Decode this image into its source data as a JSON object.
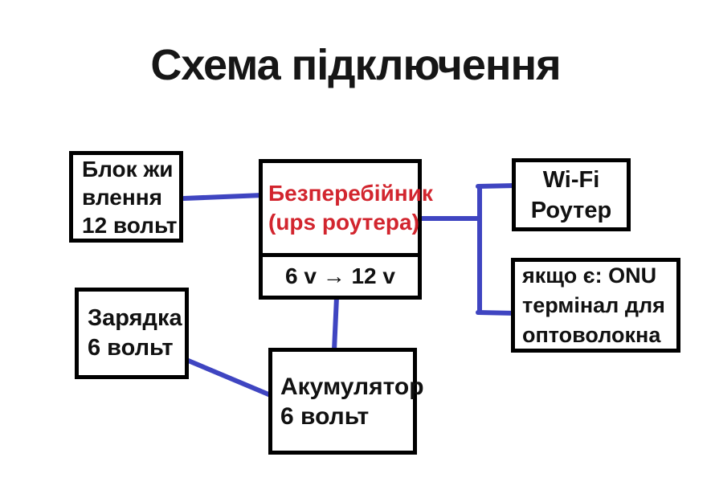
{
  "title": "Схема підключення",
  "colors": {
    "connector_blue": "#3f45c1",
    "accent_red": "#d2252e",
    "box_border": "#000000",
    "background": "#ffffff"
  },
  "nodes": {
    "power_supply": {
      "lines": [
        "Блок жи",
        "влення",
        "12 вольт"
      ]
    },
    "ups": {
      "title_lines": [
        "Безперебійник",
        "(ups роутера)"
      ],
      "converter_label": "6 v → 12 v"
    },
    "wifi_router": {
      "lines": [
        "Wi-Fi",
        "Роутер"
      ]
    },
    "onu_terminal": {
      "lines": [
        "якщо є: ONU",
        "термінал для",
        "оптоволокна"
      ]
    },
    "charger": {
      "lines": [
        "Зарядка",
        "6 вольт"
      ]
    },
    "battery": {
      "lines": [
        "Акумулятор",
        "6 вольт"
      ]
    }
  },
  "connections": [
    "power_supply — ups",
    "ups — wifi_router",
    "ups — onu_terminal",
    "ups — battery",
    "charger — battery"
  ]
}
